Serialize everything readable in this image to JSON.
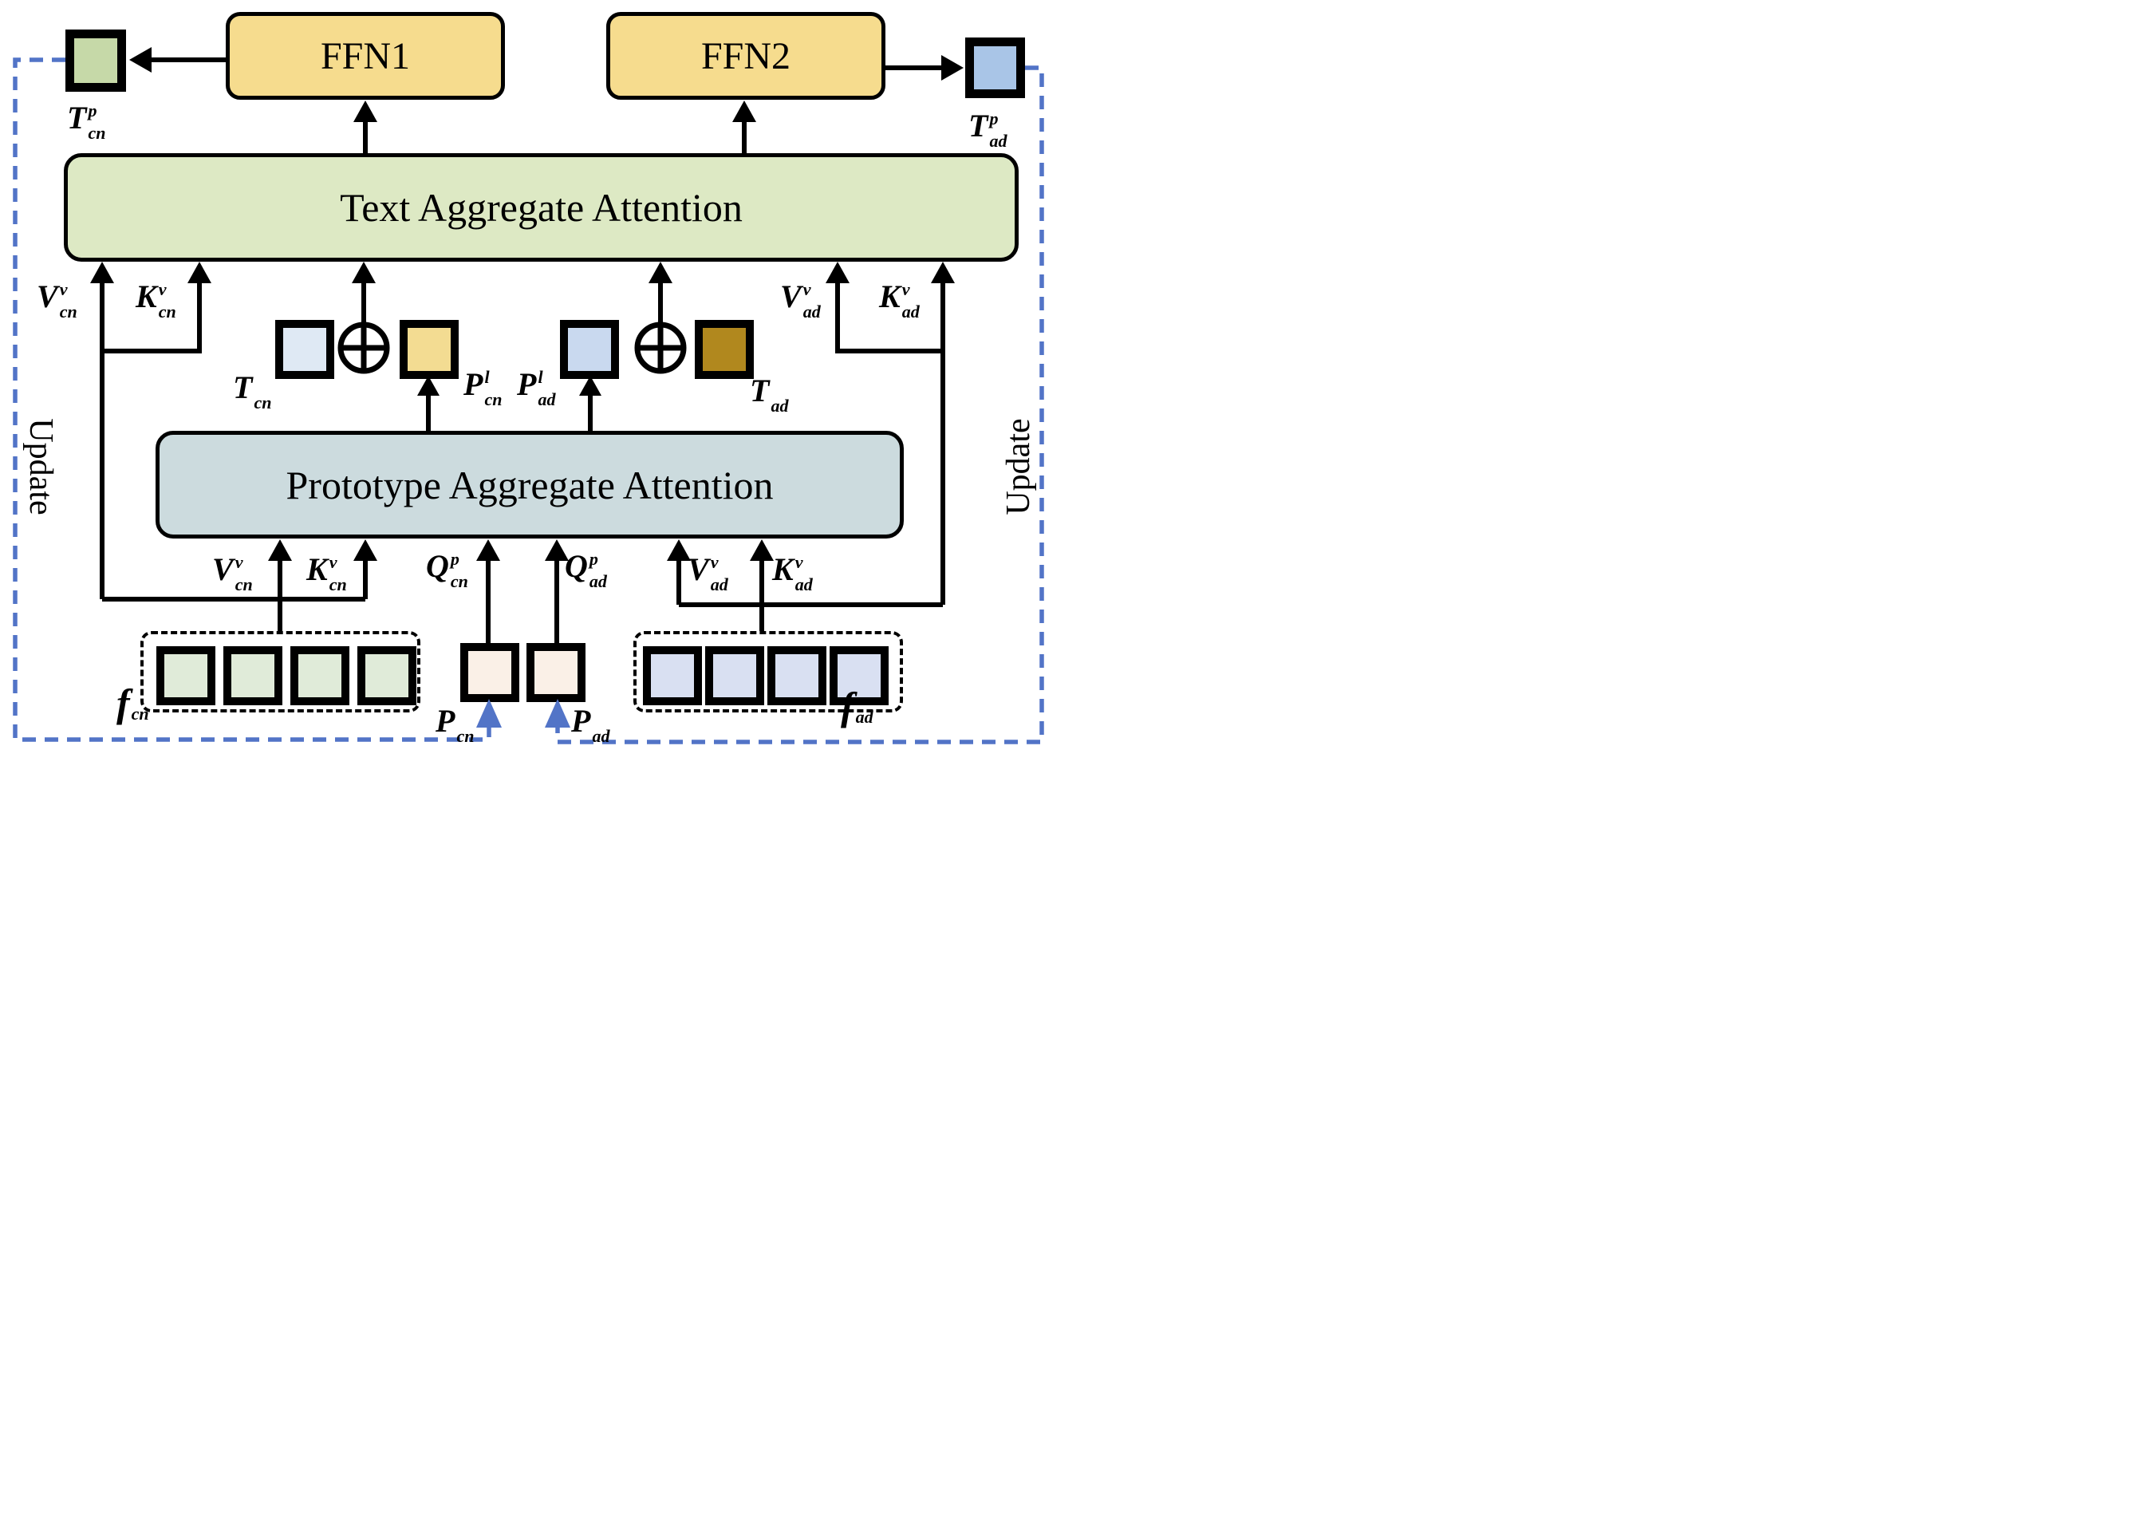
{
  "boxes": {
    "ffn1": "FFN1",
    "ffn2": "FFN2",
    "text_attention": "Text Aggregate Attention",
    "prototype_attention": "Prototype Aggregate Attention"
  },
  "update_left": "Update",
  "update_right": "Update",
  "labels": {
    "T_cn_p": {
      "base": "T",
      "sup": "p",
      "sub": "cn"
    },
    "T_ad_p": {
      "base": "T",
      "sup": "p",
      "sub": "ad"
    },
    "V_cn_v": {
      "base": "V",
      "sup": "v",
      "sub": "cn"
    },
    "K_cn_v": {
      "base": "K",
      "sup": "v",
      "sub": "cn"
    },
    "V_ad_v": {
      "base": "V",
      "sup": "v",
      "sub": "ad"
    },
    "K_ad_v": {
      "base": "K",
      "sup": "v",
      "sub": "ad"
    },
    "T_cn": {
      "base": "T",
      "sup": "",
      "sub": "cn"
    },
    "T_ad": {
      "base": "T",
      "sup": "",
      "sub": "ad"
    },
    "P_cn_l": {
      "base": "P",
      "sup": "l",
      "sub": "cn"
    },
    "P_ad_l": {
      "base": "P",
      "sup": "l",
      "sub": "ad"
    },
    "Q_cn_p": {
      "base": "Q",
      "sup": "p",
      "sub": "cn"
    },
    "Q_ad_p": {
      "base": "Q",
      "sup": "p",
      "sub": "ad"
    },
    "P_cn": {
      "base": "P",
      "sup": "",
      "sub": "cn"
    },
    "P_ad": {
      "base": "P",
      "sup": "",
      "sub": "ad"
    },
    "f_cn": {
      "base": "f",
      "sup": "",
      "sub": "cn"
    },
    "f_ad": {
      "base": "f",
      "sup": "",
      "sub": "ad"
    }
  },
  "icons": {
    "plus_circle_left": "circled-plus",
    "plus_circle_right": "circled-plus"
  },
  "colors": {
    "ffn_fill": "#f6dc8e",
    "text_attention_fill": "#dde9c4",
    "prototype_attention_fill": "#ccdbde",
    "t_cn_p_fill": "#c6d9a8",
    "t_ad_p_fill": "#a9c5e7",
    "t_cn_fill": "#dfe9f4",
    "p_cn_l_fill": "#f3dc92",
    "p_ad_l_fill": "#c9d9ef",
    "t_ad_fill": "#b1881e",
    "f_cn_token_fill": "#e0ebd9",
    "p_token_fill": "#faf0e7",
    "f_ad_token_fill": "#d9e0f2",
    "update_dash_color": "#5274c7",
    "line_color": "#000000"
  }
}
